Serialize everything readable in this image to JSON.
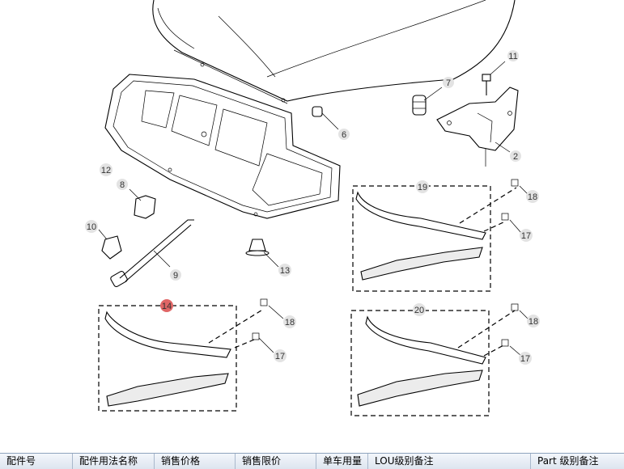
{
  "callouts": {
    "c2": "2",
    "c6": "6",
    "c7": "7",
    "c8": "8",
    "c9": "9",
    "c10": "10",
    "c11": "11",
    "c12": "12",
    "c13": "13",
    "c14": "14",
    "c17a": "17",
    "c17b": "17",
    "c17c": "17",
    "c18a": "18",
    "c18b": "18",
    "c18c": "18",
    "c19": "19",
    "c20": "20"
  },
  "highlight_color": "#e06666",
  "table": {
    "columns": [
      "配件号",
      "配件用法名称",
      "销售价格",
      "销售限价",
      "单车用量",
      "LOU级别备注",
      "Part 级别备注"
    ]
  }
}
